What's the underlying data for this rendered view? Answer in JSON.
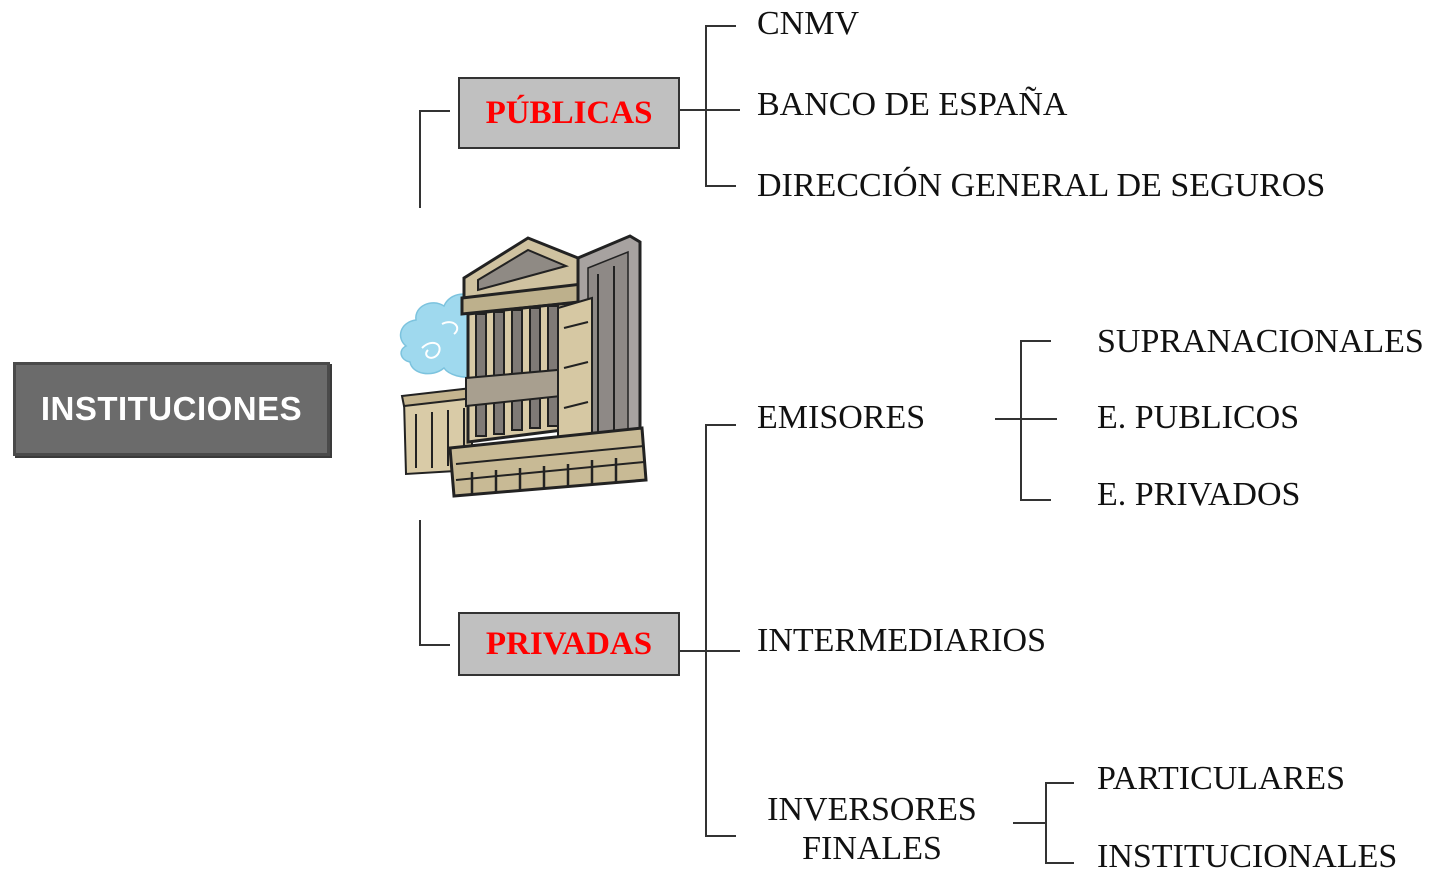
{
  "root": {
    "label": "INSTITUCIONES"
  },
  "publicas": {
    "label": "PÚBLICAS",
    "items": [
      "CNMV",
      "BANCO DE ESPAÑA",
      "DIRECCIÓN GENERAL DE SEGUROS"
    ]
  },
  "privadas": {
    "label": "PRIVADAS",
    "emisores": {
      "label": "EMISORES",
      "items": [
        "SUPRANACIONALES",
        "E. PUBLICOS",
        "E. PRIVADOS"
      ]
    },
    "intermediarios": {
      "label": "INTERMEDIARIOS"
    },
    "inversores": {
      "label_line1": "INVERSORES",
      "label_line2": "FINALES",
      "items": [
        "PARTICULARES",
        "INSTITUCIONALES"
      ]
    }
  },
  "illustration": {
    "icon": "bank-building-icon"
  },
  "colors": {
    "root_fill": "#6b6b6b",
    "category_fill": "#c0c0c0",
    "category_text": "#ff0000",
    "line": "#333333"
  }
}
